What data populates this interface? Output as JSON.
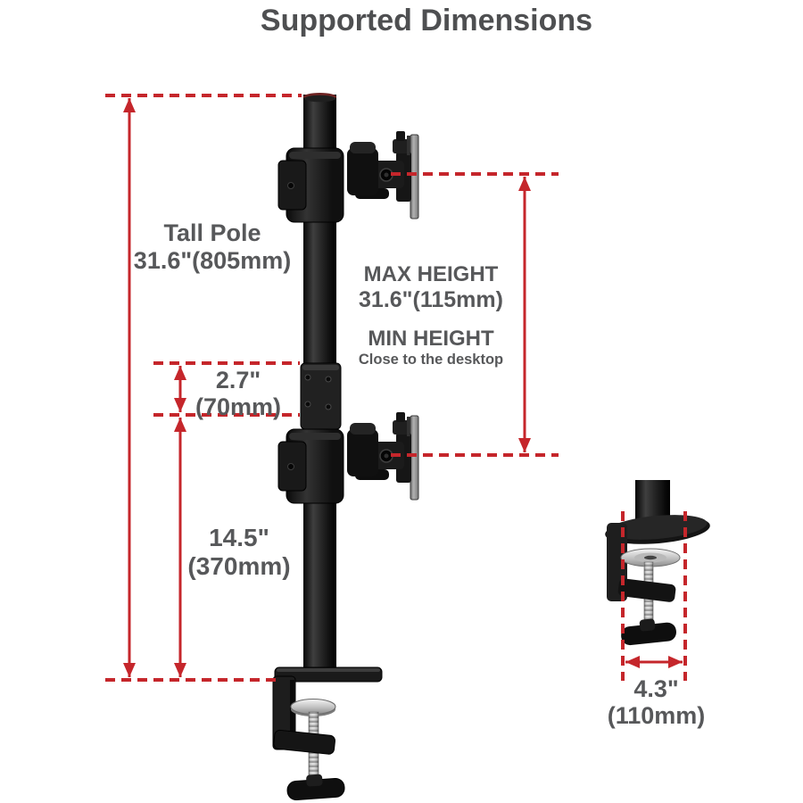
{
  "title": "Supported Dimensions",
  "colors": {
    "accent_red": "#c5262b",
    "text_gray": "#57585a",
    "product_black": "#141414"
  },
  "labels": {
    "tall_pole": {
      "line1": "Tall Pole",
      "line2": "31.6\"(805mm)"
    },
    "height_range": {
      "max_heading": "MAX HEIGHT",
      "max_value": "31.6\"(115mm)",
      "min_heading": "MIN HEIGHT",
      "min_value": "Close to the desktop"
    },
    "pole_overlap": {
      "line1": "2.7\"",
      "line2": "(70mm)"
    },
    "lower_section": {
      "line1": "14.5\"",
      "line2": "(370mm)"
    },
    "clamp_width": {
      "line1": "4.3\"",
      "line2": "(110mm)"
    }
  }
}
